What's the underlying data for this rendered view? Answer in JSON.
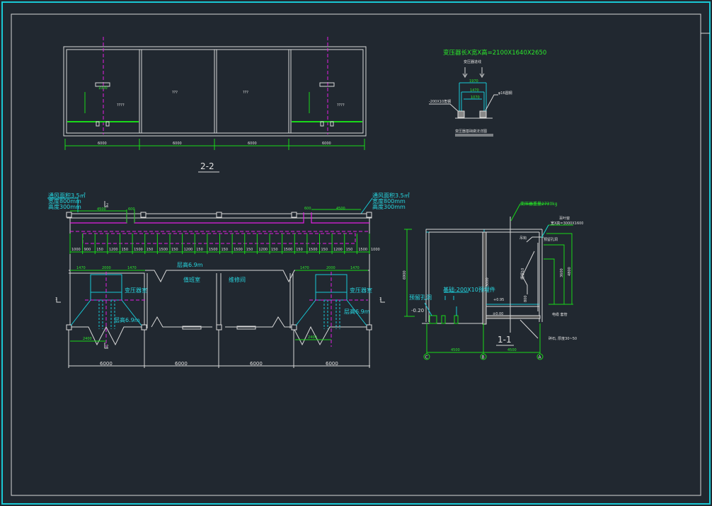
{
  "plan_2_2": {
    "title": "2-2",
    "rooms": [
      "????",
      "???",
      "???",
      "????"
    ],
    "dims": [
      "6000",
      "6000",
      "6000",
      "6000"
    ],
    "small_dim": "1000"
  },
  "transformer_detail": {
    "size_note": "变压器长X宽X高=2100X1640X2650",
    "arrow_label": "变压器进线",
    "angle_steel": "-200X10角钢",
    "round_steel": "φ16圆钢",
    "caption": "变压器基础做法详图",
    "dims": [
      "1970",
      "1470",
      "1070"
    ]
  },
  "plan_main": {
    "vent_left": [
      "通风面积3.5㎡",
      "宽度800mm",
      "高度300mm"
    ],
    "vent_right": [
      "通风面积3.5㎡",
      "宽度800mm",
      "高度300mm"
    ],
    "floor_height": "层高6.9m",
    "floor_height_left": "层高6.9m",
    "floor_height_right": "层高6.9m",
    "rooms": [
      "值班室",
      "维修间"
    ],
    "transformer_room": [
      "变压器室",
      "变压器室"
    ],
    "section_marks": [
      "2",
      "2",
      "1",
      "1"
    ],
    "top_dims": [
      "4500",
      "600",
      "600",
      "4500"
    ],
    "row_dims": [
      "1000",
      "900",
      "150",
      "1200",
      "150",
      "1500",
      "150",
      "1500",
      "150",
      "1200",
      "150",
      "1500",
      "150",
      "1500",
      "150",
      "1200",
      "150",
      "1500",
      "150",
      "1500",
      "150",
      "1200",
      "150",
      "1500",
      "1000"
    ],
    "room_dims": [
      "1470",
      "2000",
      "1470",
      "1470",
      "2000",
      "1470"
    ],
    "bottom_small": [
      "2400",
      "2400"
    ],
    "axis_dims": [
      "6000",
      "6000",
      "6000",
      "6000"
    ]
  },
  "section_1_1": {
    "title": "1-1",
    "weight": "变压器重量2730kg",
    "louver": "百叶窗",
    "louver_size": "宽X高=3000X1600",
    "hook": "吊钩",
    "levels": [
      "±0.00",
      "+0.95",
      "-0.20"
    ],
    "rail": "槽钢10",
    "note_left": "基础-200X10预埋件",
    "note_mid": "预留孔洞",
    "cable": "电缆 套管",
    "gravel": "碎石, 厚度30~50",
    "axes": [
      "C",
      "B",
      "A"
    ],
    "dims": [
      "4500",
      "4500"
    ],
    "height": "6900",
    "height2": "4800",
    "height3": "3600",
    "door": "800",
    "mid_dim": "3000"
  }
}
